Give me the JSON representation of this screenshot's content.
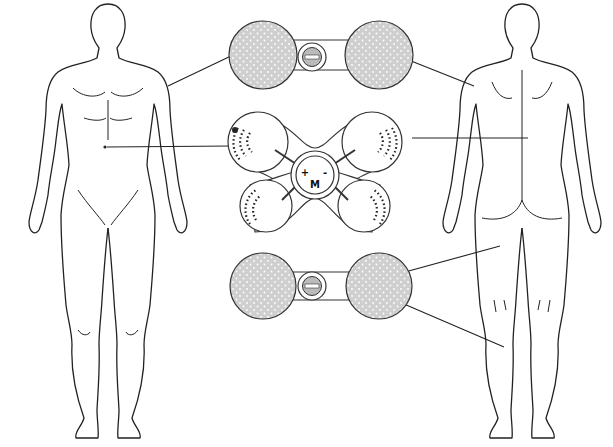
{
  "diagram": {
    "labels": [
      "+",
      "-",
      "M"
    ]
  }
}
